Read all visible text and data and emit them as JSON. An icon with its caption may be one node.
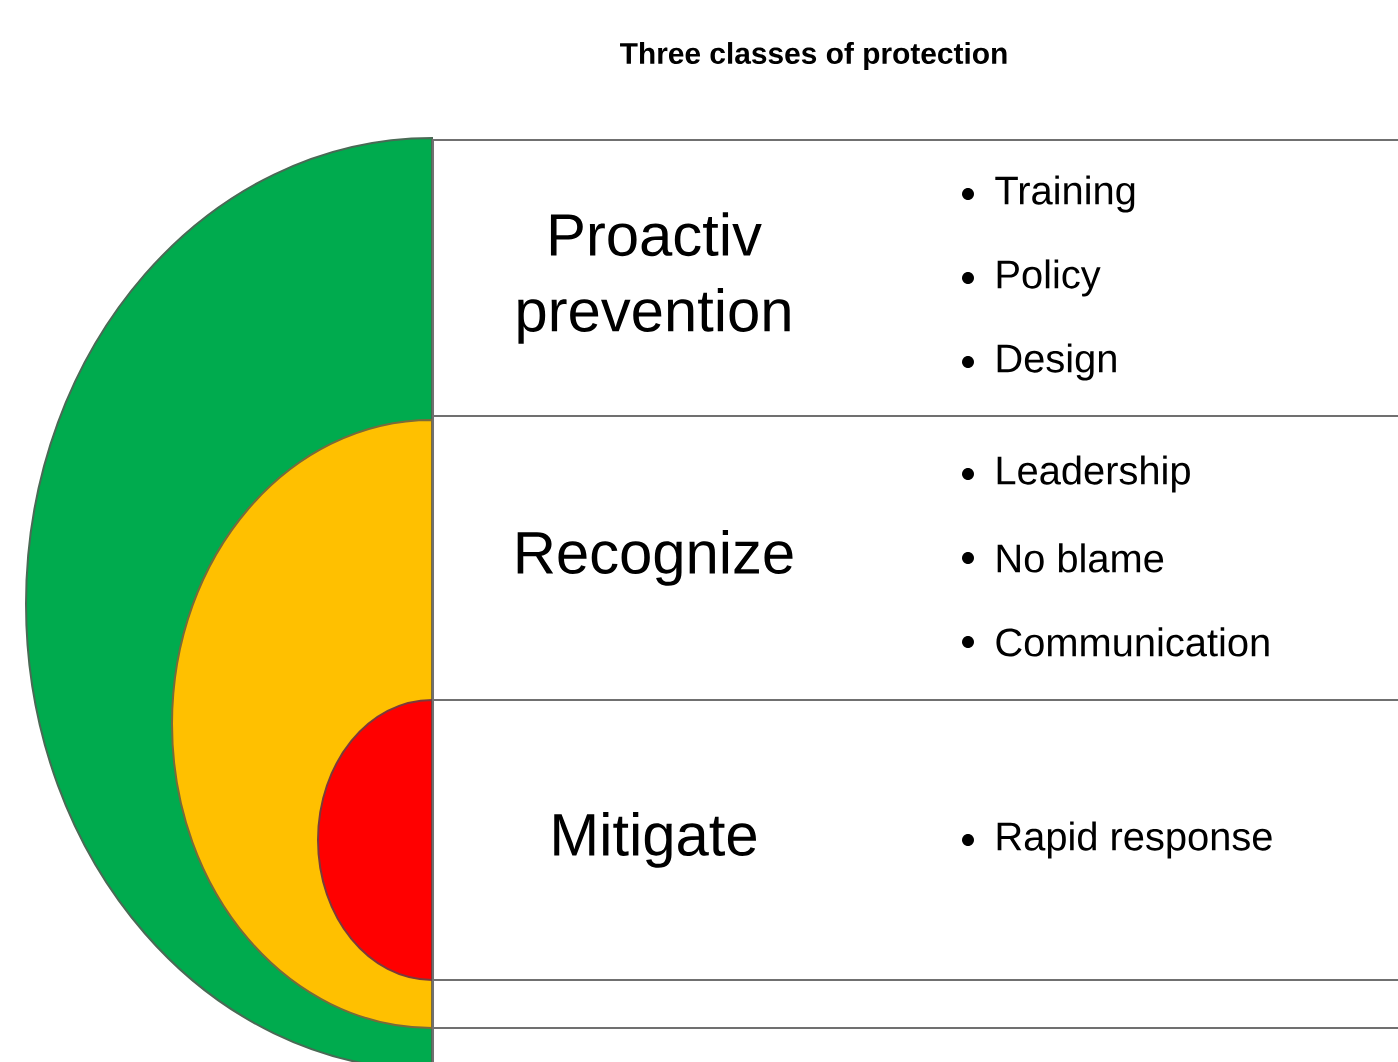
{
  "diagram": {
    "title": "Three classes of protection",
    "nodes": [
      {
        "text": [
          "Proactiv prevention",
          "Training",
          "Policy",
          "Design"
        ]
      },
      {
        "text": [
          "Recognize",
          "Leadership",
          "No blame",
          "Communication"
        ]
      },
      {
        "text": [
          "Mitigate",
          "Rapid response"
        ]
      },
      {
        "text": [],
        "shape": "box"
      },
      {
        "text": [],
        "shape": "box"
      }
    ]
  }
}
